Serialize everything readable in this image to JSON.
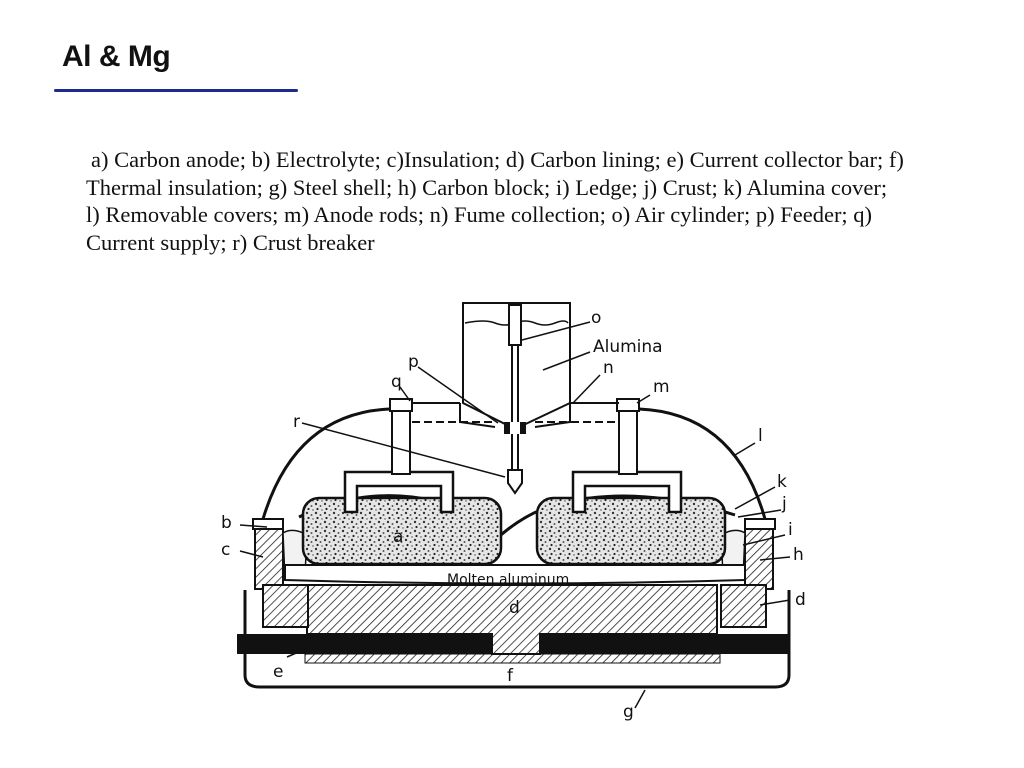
{
  "slide": {
    "title": "Al & Mg",
    "caption": "a) Carbon anode; b) Electrolyte; c)Insulation; d) Carbon lining; e) Current collector bar; f) Thermal insulation; g) Steel shell; h) Carbon block; i) Ledge; j) Crust; k) Alumina cover; l) Removable covers; m) Anode rods; n) Fume collection; o) Air cylinder; p) Feeder; q) Current supply; r) Crust breaker"
  },
  "diagram": {
    "labels": {
      "o": "o",
      "alumina": "Alumina",
      "p": "p",
      "n": "n",
      "q": "q",
      "m": "m",
      "r": "r",
      "l": "l",
      "k": "k",
      "j": "j",
      "b": "b",
      "i": "i",
      "c": "c",
      "h": "h",
      "a": "a",
      "molten": "Molten aluminum",
      "d_center": "d",
      "d_right": "d",
      "e": "e",
      "f": "f",
      "g": "g"
    }
  }
}
